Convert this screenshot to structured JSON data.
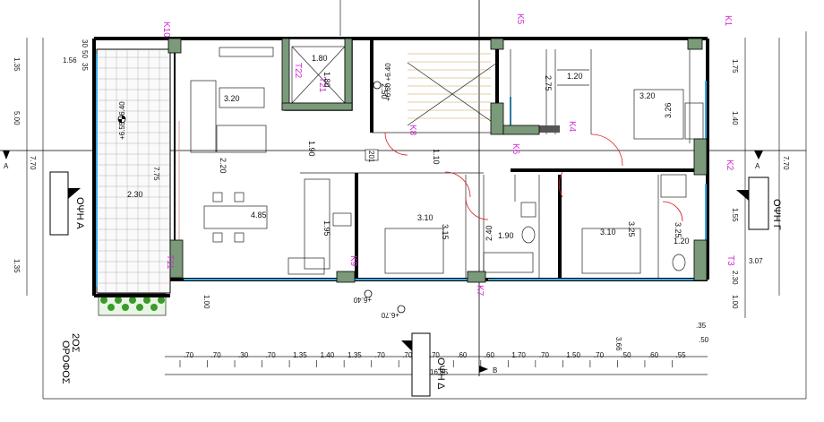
{
  "columns": [
    "K10",
    "K5",
    "K1",
    "T22",
    "T21",
    "K8",
    "K6",
    "K4",
    "K2",
    "T3",
    "T11",
    "K9",
    "K7"
  ],
  "views": {
    "a": "ΟΨΗ Α",
    "g": "ΟΨΗ Γ",
    "d": "ΟΨΗ Δ"
  },
  "section_markers": {
    "left": "A",
    "right": "A",
    "bottom": "B"
  },
  "floor_label": {
    "line1": "2ΟΣ",
    "line2": "ΟΡΟΦΟΣ"
  },
  "elevations": {
    "balcony": "+6.55\n+6.40",
    "stair": "+6.60\n+6.40",
    "bottom1": "+6.40",
    "bottom2": "+6.70",
    "bath": "+6.40"
  },
  "room_dims": [
    "3.20",
    "4.85",
    "3.10",
    "3.10",
    "3.20",
    "1.80",
    "1.80",
    "1.20",
    "1.20",
    "2.30",
    "1.90",
    "2.40",
    "3.25",
    "3.25",
    "3.15",
    "1.95",
    "3.26",
    "2.20",
    "2.75",
    "1.90",
    "1.10",
    "2.50"
  ],
  "left_dims": [
    "1.35",
    "5.00",
    "1.35",
    "7.70",
    "7.75",
    "1.56"
  ],
  "top_dims": [
    "30",
    "50",
    "35"
  ],
  "right_dims": [
    "1.75",
    "1.40",
    "7.70",
    "1.55",
    "3.07",
    "2.30",
    "1.00",
    ".35",
    ".50",
    "3.66"
  ],
  "bottom_dims": [
    ".70",
    ".70",
    ".30",
    ".70",
    "1.35",
    "1.40",
    "1.35",
    ".70",
    ".70",
    ".70",
    ".60",
    ".60",
    "1.70",
    ".70",
    "1.50",
    ".70",
    ".50",
    ".60",
    ".55"
  ],
  "total_width": "16.85",
  "bottom_misc": [
    "1.00"
  ],
  "label_201": "201",
  "colors": {
    "column_label": "#d22ad2",
    "glazing": "#38a8e8",
    "door_swing": "#d42020",
    "column_fill": "#7a9a7a",
    "planter": "#3a9a2a"
  }
}
